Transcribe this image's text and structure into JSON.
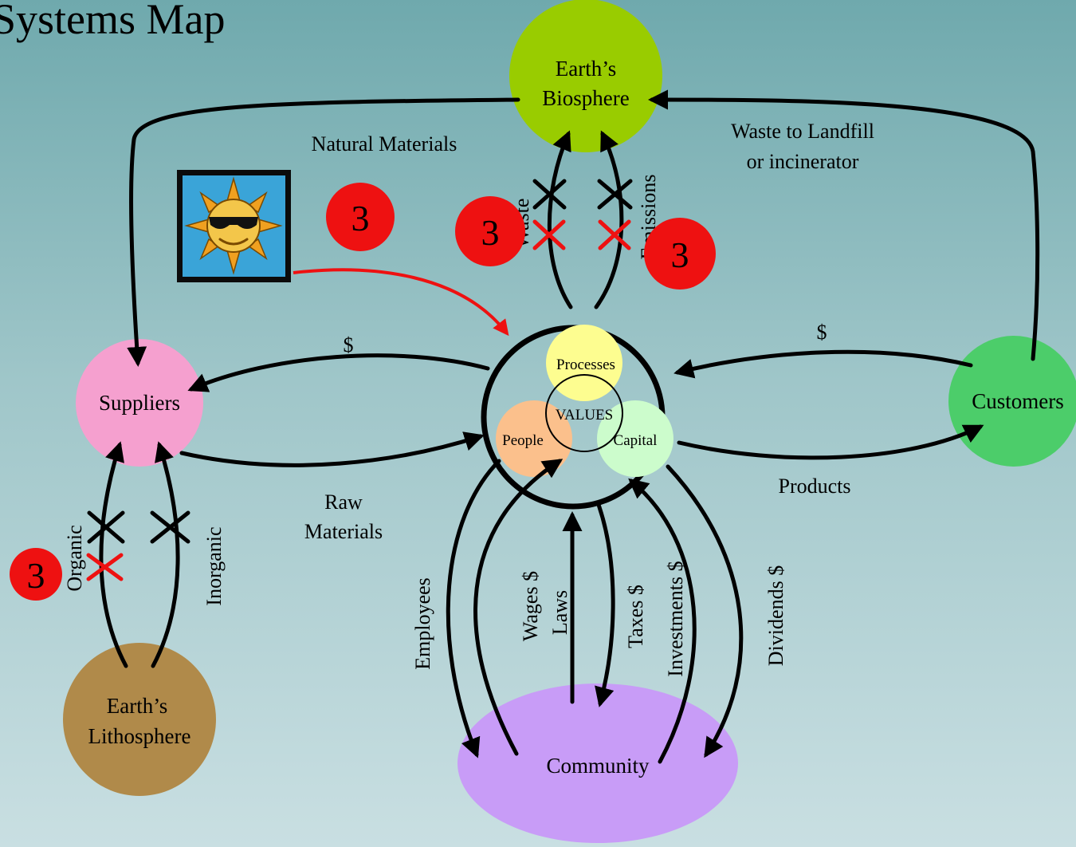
{
  "title": "Systems Map",
  "nodes": {
    "biosphere": [
      "Earth’s",
      "Biosphere"
    ],
    "suppliers": "Suppliers",
    "customers": "Customers",
    "lithosphere": [
      "Earth’s",
      "Lithosphere"
    ],
    "community": "Community"
  },
  "core": {
    "processes": "Processes",
    "people": "People",
    "capital": "Capital",
    "values": "VALUES"
  },
  "flows": {
    "natural_materials": "Natural Materials",
    "waste_landfill": [
      "Waste to Landfill",
      "or incinerator"
    ],
    "waste": "Waste",
    "emissions": "Emissions",
    "dollar_left": "$",
    "dollar_right": "$",
    "raw_materials": [
      "Raw",
      "Materials"
    ],
    "products": "Products",
    "organic": "Organic",
    "inorganic": "Inorganic",
    "employees": "Employees",
    "wages": "Wages $",
    "laws": "Laws",
    "taxes": "Taxes $",
    "investments": "Investments $",
    "dividends": "Dividends $"
  },
  "badges": [
    "3",
    "3",
    "3",
    "3"
  ],
  "colors": {
    "biosphere": "#99cc00",
    "suppliers": "#f5a0cf",
    "customers": "#4ccd6a",
    "lithosphere": "#b08a4a",
    "community": "#c89cf7",
    "processes": "#fdfd90",
    "people": "#fbc08c",
    "capital": "#ccfccc",
    "badge": "#ee1111",
    "red_arrow": "#ee1111",
    "cross_red": "#ee1111",
    "cross_black": "#000000"
  },
  "icons": [
    "sun-with-sunglasses-icon"
  ]
}
